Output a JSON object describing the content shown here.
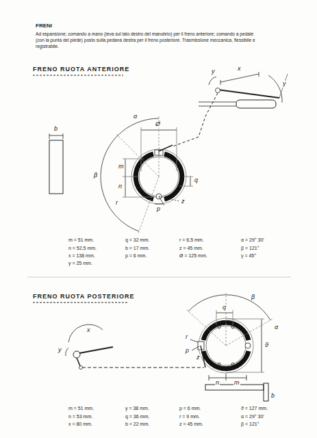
{
  "diagram": {
    "title": "FRENI",
    "labels": [
      "Ad espansione; comando a mano (leva sul lato destro del manubrio) per il freno anteriore; comando a pedale (con la punta del piede) posto sulla pedana destra per il freno posteriore. Trasmissione meccanica, flessibile e registrabile.",
      "FRENO RUOTA ANTERIORE",
      "y",
      "x",
      "γ",
      "α",
      "β",
      "b",
      "Ø",
      "m",
      "n",
      "q",
      "r",
      "p",
      "z",
      "m = 51 mm.",
      "q = 32 mm.",
      "r = 6,5 mm.",
      "α = 29° 30'",
      "n = 52,5 mm.",
      "b = 17 mm.",
      "z = 45 mm.",
      "β = 121°",
      "x = 138 mm.",
      "p = 6 mm.",
      "Ø = 125 mm.",
      "γ = 45°",
      "y = 25 mm.",
      "FRENO RUOTA POSTERIORE",
      "β",
      "q",
      "α",
      "ϑ",
      "r",
      "p",
      "z",
      "n",
      "m",
      "b",
      "x",
      "y",
      "m = 51 mm.",
      "y = 38 mm.",
      "p = 6 mm.",
      "ϑ = 127 mm.",
      "n = 53 mm.",
      "q = 36 mm.",
      "r = 9 mm.",
      "α = 29° 30'",
      "x = 80 mm.",
      "b = 22 mm.",
      "z = 45 mm.",
      "β = 121°"
    ]
  }
}
